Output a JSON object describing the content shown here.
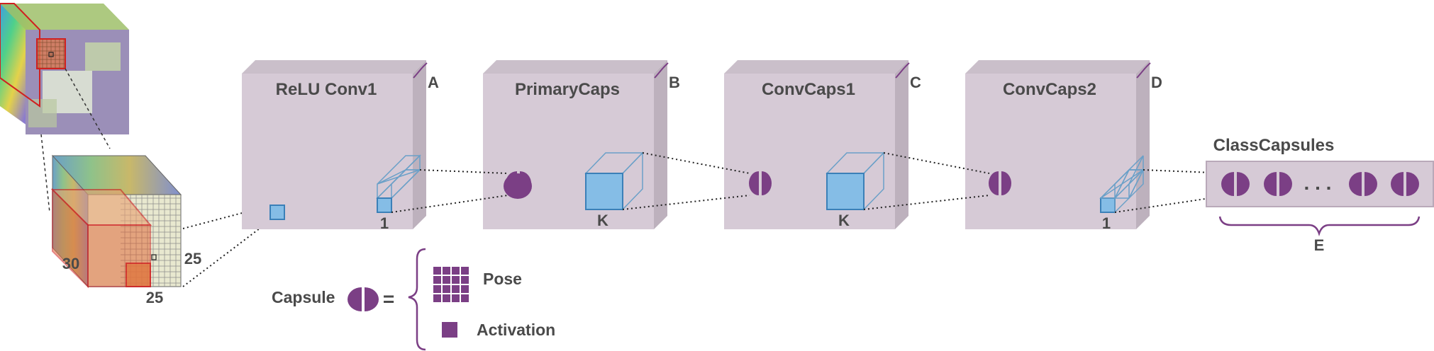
{
  "layers": [
    {
      "title": "ReLU Conv1",
      "corner": "A",
      "count": "1"
    },
    {
      "title": "PrimaryCaps",
      "corner": "B",
      "count": "K"
    },
    {
      "title": "ConvCaps1",
      "corner": "C",
      "count": "K"
    },
    {
      "title": "ConvCaps2",
      "corner": "D",
      "count": "1"
    }
  ],
  "class_capsules": {
    "title": "ClassCapsules",
    "ellipsis": ". . .",
    "brace_label": "E"
  },
  "input": {
    "depth": "30",
    "height": "25",
    "width": "25"
  },
  "legend": {
    "capsule": "Capsule",
    "equals": "=",
    "pose": "Pose",
    "activation": "Activation"
  },
  "colors": {
    "layer_face": "#d6cad6",
    "layer_top": "#cabfca",
    "layer_side": "#bdb1bd",
    "capsule": "#7b3f85",
    "cube": "#85bde6",
    "cube_edge": "#3b80b8",
    "brace": "#7b3f85"
  }
}
